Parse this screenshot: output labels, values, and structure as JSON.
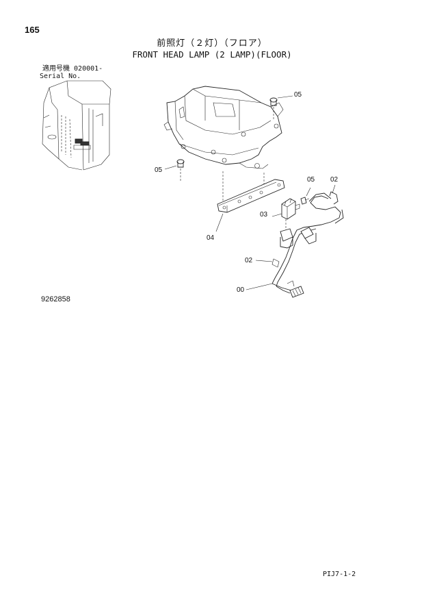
{
  "page": {
    "number": "165",
    "drawing_number": "9262858",
    "footer_code": "PIJ7-1-2"
  },
  "title": {
    "japanese": "前照灯（２灯）（フロア）",
    "english": "FRONT HEAD LAMP (2 LAMP)(FLOOR)"
  },
  "serial": {
    "label_jp": "適用号機",
    "value": "020001-",
    "label_en": "Serial No."
  },
  "callouts": {
    "c05_top": "05",
    "c05_left": "05",
    "c05_mid": "05",
    "c02_top": "02",
    "c03": "03",
    "c04": "04",
    "c02_low": "02",
    "c00": "00"
  }
}
